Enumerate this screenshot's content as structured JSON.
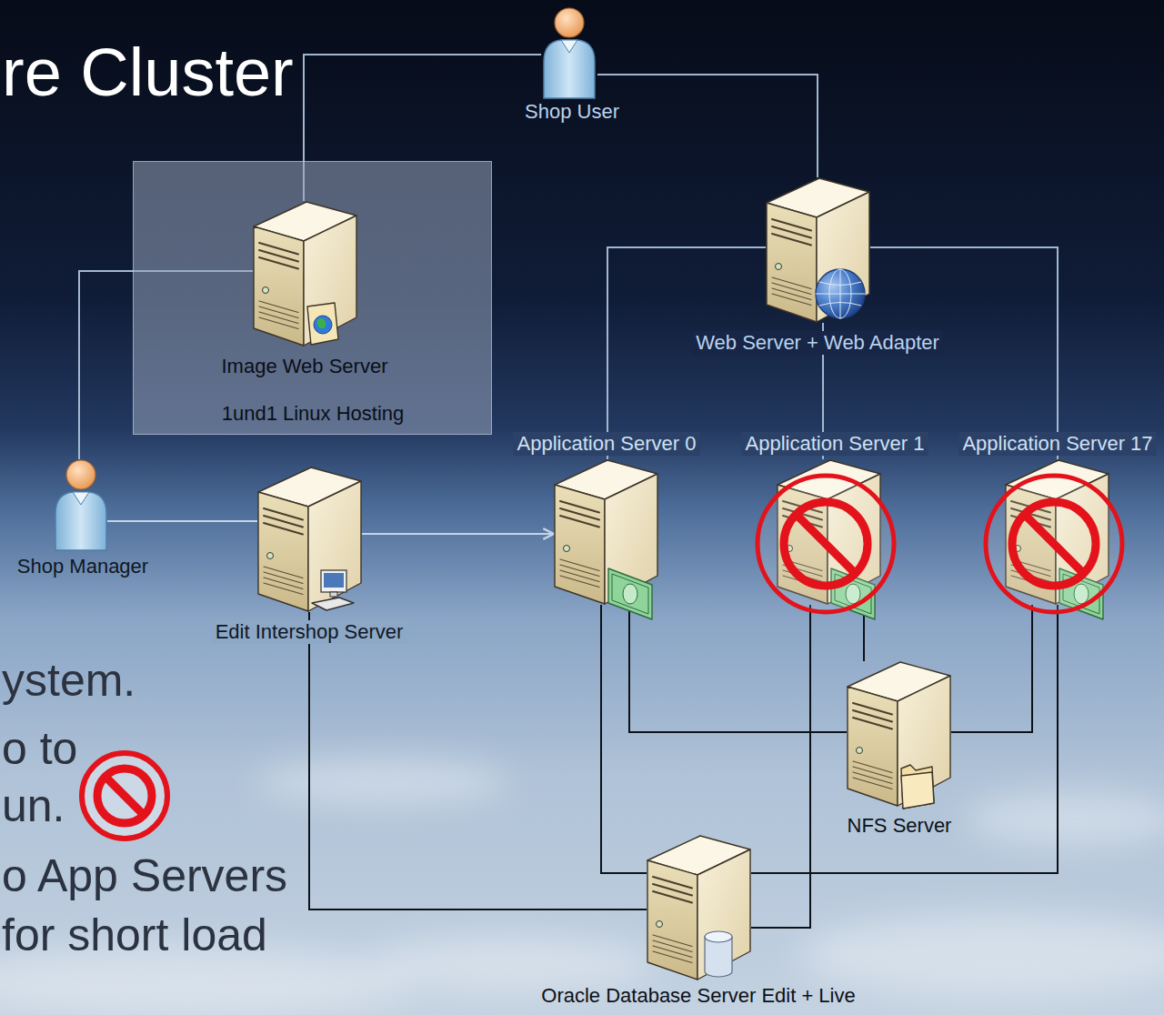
{
  "diagram": {
    "title": "re Cluster",
    "nodes": [
      {
        "text": [
          "Shop User"
        ]
      },
      {
        "text": [
          "1und1 Linux Hosting"
        ]
      },
      {
        "text": [
          "Image Web Server"
        ],
        "in": 1
      },
      {
        "text": [
          "Web Server + Web Adapter"
        ]
      },
      {
        "text": [
          "Application Server 0"
        ]
      },
      {
        "text": [
          "Application Server 1"
        ]
      },
      {
        "text": [
          "Application Server 17"
        ]
      },
      {
        "text": [
          "Shop Manager"
        ]
      },
      {
        "text": [
          "Edit Intershop Server"
        ]
      },
      {
        "text": [
          "NFS Server"
        ]
      },
      {
        "text": [
          "Oracle Database Server Edit + Live"
        ]
      }
    ],
    "edges": [
      {
        "from": 0,
        "to": 2,
        "arrow": "none"
      },
      {
        "from": 0,
        "to": 3,
        "arrow": "none"
      },
      {
        "from": 3,
        "to": 4,
        "arrow": "none"
      },
      {
        "from": 3,
        "to": 5,
        "arrow": "none"
      },
      {
        "from": 3,
        "to": 6,
        "arrow": "none"
      },
      {
        "from": 7,
        "to": 2,
        "arrow": "none"
      },
      {
        "from": 7,
        "to": 8,
        "arrow": "none"
      },
      {
        "from": 8,
        "to": 4,
        "arrow": "to"
      },
      {
        "from": 8,
        "to": 10,
        "arrow": "none"
      },
      {
        "from": 4,
        "to": 9,
        "arrow": "none"
      },
      {
        "from": 5,
        "to": 9,
        "arrow": "none"
      },
      {
        "from": 6,
        "to": 9,
        "arrow": "none"
      },
      {
        "from": 4,
        "to": 10,
        "arrow": "none"
      },
      {
        "from": 5,
        "to": 10,
        "arrow": "none"
      },
      {
        "from": 6,
        "to": 10,
        "arrow": "none"
      }
    ],
    "labels": [
      "ystem.",
      "o to",
      "un.",
      "o App Servers",
      "for short load"
    ]
  }
}
